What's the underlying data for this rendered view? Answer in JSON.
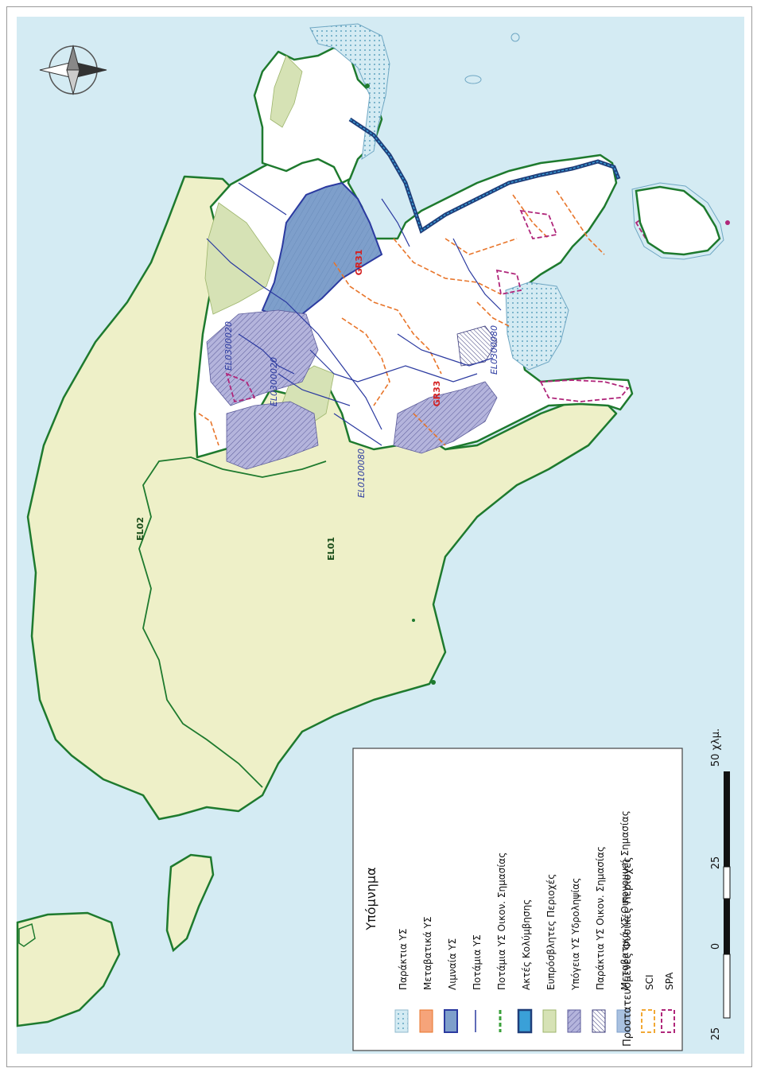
{
  "legend": {
    "title": "Υπόμνημα",
    "items": [
      {
        "label": "Παράκτια ΥΣ",
        "swatch": "dots"
      },
      {
        "label": "Μεταβατικά ΥΣ",
        "swatch": "orange"
      },
      {
        "label": "Λιμναία ΥΣ",
        "swatch": "blue"
      },
      {
        "label": "Ποτάμια ΥΣ",
        "swatch": "river"
      },
      {
        "label": "Ποτάμια ΥΣ Οικον. Σημασίας",
        "swatch": "green-dash"
      },
      {
        "label": "Ακτές Κολύμβησης",
        "swatch": "bath"
      },
      {
        "label": "Ευπρόσβλητες Περιοχές",
        "swatch": "lightgreen"
      },
      {
        "label": "Υπόγεια ΥΣ Υδροληψίας",
        "swatch": "lilac"
      },
      {
        "label": "Παράκτια ΥΣ Οικον. Σημασίας",
        "swatch": "hatch"
      },
      {
        "label": "Μεταβατικά ΥΣ Οικονομική Σημασίας",
        "swatch": "lightblue"
      }
    ],
    "protected_heading": "Προστατευόμενες Φυσικές Περιοχές",
    "protected_items": [
      {
        "label": "SCI",
        "color": "#f2a833"
      },
      {
        "label": "SPA",
        "color": "#b0267a"
      }
    ]
  },
  "scalebar": {
    "ticks": [
      "25",
      "0",
      "25",
      "50 χλμ."
    ]
  },
  "map_labels": {
    "el01": "EL01",
    "el02": "EL02",
    "gr31": "GR31",
    "gr33": "GR33",
    "el0300020a": "EL0300020",
    "el0300020b": "EL0300020",
    "el0100080": "EL0100080",
    "el0300080": "EL0300080"
  },
  "colors": {
    "sea": "#d4ebf3",
    "land_basin": "#eef0c8",
    "land_white": "#ffffff",
    "border_green": "#1e7a2e",
    "lake_blue": "#7e9fcb",
    "orange": "#e8752a",
    "river_blue": "#2b3aa0",
    "spa_magenta": "#b0267a",
    "lilac": "#b4b4dc",
    "lightgreen": "#d6e2b5",
    "red_label": "#d42020"
  }
}
